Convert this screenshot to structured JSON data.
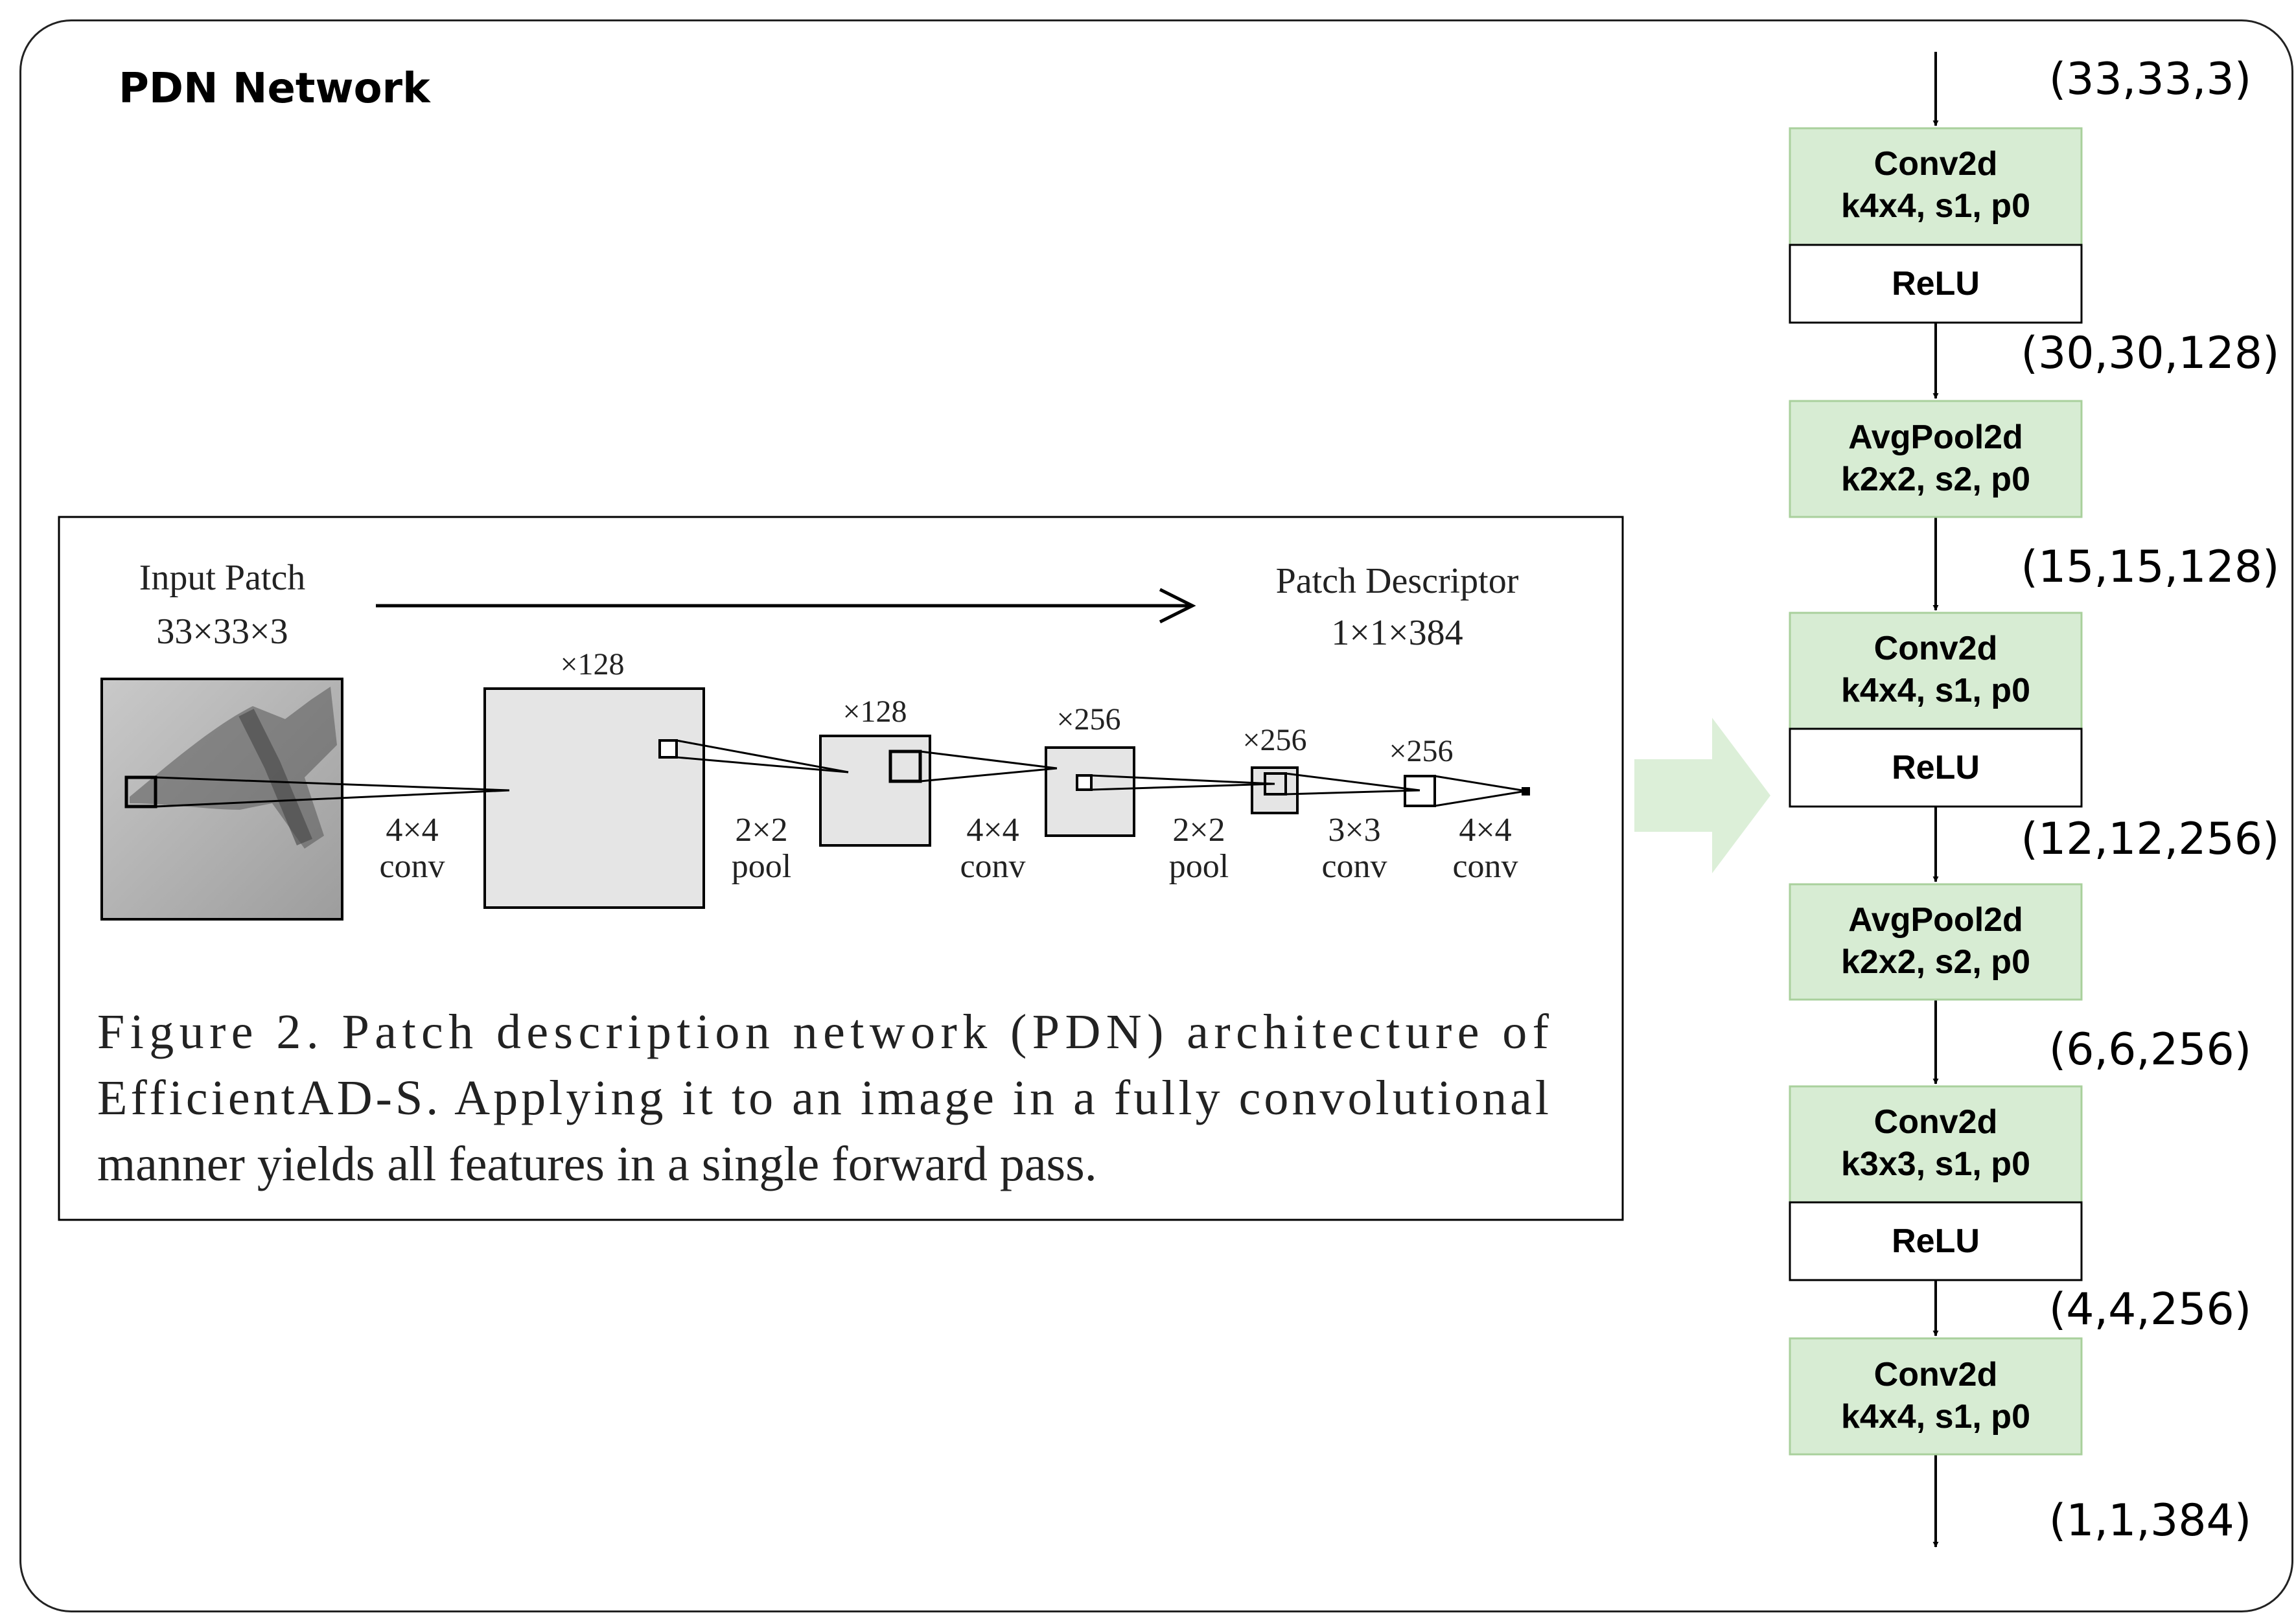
{
  "title": "PDN Network",
  "figure": {
    "input_label": "Input Patch",
    "input_size": "33×33×3",
    "output_label": "Patch Descriptor",
    "output_size": "1×1×384",
    "channels": [
      "×128",
      "×128",
      "×256",
      "×256",
      "×256"
    ],
    "ops": [
      {
        "line1": "4×4",
        "line2": "conv"
      },
      {
        "line1": "2×2",
        "line2": "pool"
      },
      {
        "line1": "4×4",
        "line2": "conv"
      },
      {
        "line1": "2×2",
        "line2": "pool"
      },
      {
        "line1": "3×3",
        "line2": "conv"
      },
      {
        "line1": "4×4",
        "line2": "conv"
      }
    ],
    "caption_lines": [
      "Figure 2. Patch description network (PDN) architecture of",
      "EfficientAD-S. Applying it to an image in a fully convolutional",
      "manner yields all features in a single forward pass."
    ]
  },
  "flow": {
    "shapes": [
      "(33,33,3)",
      "(30,30,128)",
      "(15,15,128)",
      "(12,12,256)",
      "(6,6,256)",
      "(4,4,256)",
      "(1,1,384)"
    ],
    "blocks": [
      {
        "line1": "Conv2d",
        "line2": "k4x4, s1, p0",
        "activation": "ReLU"
      },
      {
        "line1": "AvgPool2d",
        "line2": "k2x2, s2, p0"
      },
      {
        "line1": "Conv2d",
        "line2": "k4x4, s1, p0",
        "activation": "ReLU"
      },
      {
        "line1": "AvgPool2d",
        "line2": "k2x2, s2, p0"
      },
      {
        "line1": "Conv2d",
        "line2": "k3x3, s1, p0",
        "activation": "ReLU"
      },
      {
        "line1": "Conv2d",
        "line2": "k4x4, s1, p0"
      }
    ]
  },
  "colors": {
    "block_fill": "#d7ecd3",
    "block_stroke": "#a9d09c",
    "big_arrow": "#dcefd8"
  }
}
